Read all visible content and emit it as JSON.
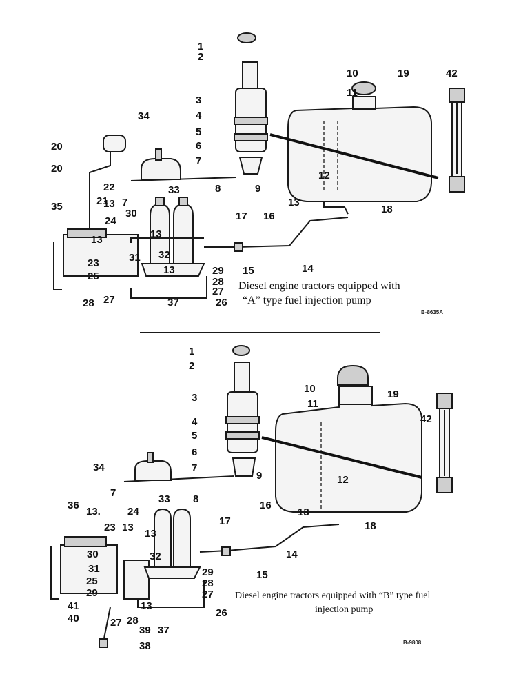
{
  "top_diagram": {
    "caption_line1": "Diesel engine tractors equipped with",
    "caption_line2": "“A” type fuel injection pump",
    "drawing_code": "B-8635A",
    "callouts": {
      "n1": "1",
      "n2": "2",
      "n3": "3",
      "n4": "4",
      "n5": "5",
      "n6": "6",
      "n7a": "7",
      "n7b": "7",
      "n8": "8",
      "n9": "9",
      "n10": "10",
      "n11": "11",
      "n12": "12",
      "n13a": "13",
      "n13b": "13",
      "n13c": "13",
      "n13d": "13",
      "n13e": "13",
      "n14": "14",
      "n15": "15",
      "n16": "16",
      "n17": "17",
      "n18": "18",
      "n19": "19",
      "n20a": "20",
      "n20b": "20",
      "n21": "21",
      "n22": "22",
      "n23": "23",
      "n24": "24",
      "n25": "25",
      "n26": "26",
      "n27a": "27",
      "n27b": "27",
      "n28a": "28",
      "n28b": "28",
      "n29": "29",
      "n30": "30",
      "n31": "31",
      "n32": "32",
      "n33": "33",
      "n34": "34",
      "n35": "35",
      "n37": "37",
      "n42": "42"
    }
  },
  "bottom_diagram": {
    "caption_line1": "Diesel engine tractors equipped with “B” type fuel",
    "caption_line2": "injection pump",
    "drawing_code": "B-9808",
    "callouts": {
      "n1": "1",
      "n2": "2",
      "n3": "3",
      "n4": "4",
      "n5": "5",
      "n6": "6",
      "n7a": "7",
      "n7b": "7",
      "n8": "8",
      "n9": "9",
      "n10": "10",
      "n11": "11",
      "n12": "12",
      "n13a": "13.",
      "n13b": "13",
      "n13c": "13",
      "n13d": "13",
      "n13e": "13",
      "n14": "14",
      "n15": "15",
      "n16": "16",
      "n17": "17",
      "n18": "18",
      "n19": "19",
      "n23": "23",
      "n24": "24",
      "n25": "25",
      "n26": "26",
      "n27a": "27",
      "n27b": "27",
      "n28a": "28",
      "n28b": "28",
      "n29a": "29",
      "n29b": "29",
      "n30": "30",
      "n31": "31",
      "n32": "32",
      "n33": "33",
      "n34": "34",
      "n36": "36",
      "n37": "37",
      "n38": "38",
      "n39": "39",
      "n40": "40",
      "n41": "41",
      "n42": "42"
    }
  }
}
